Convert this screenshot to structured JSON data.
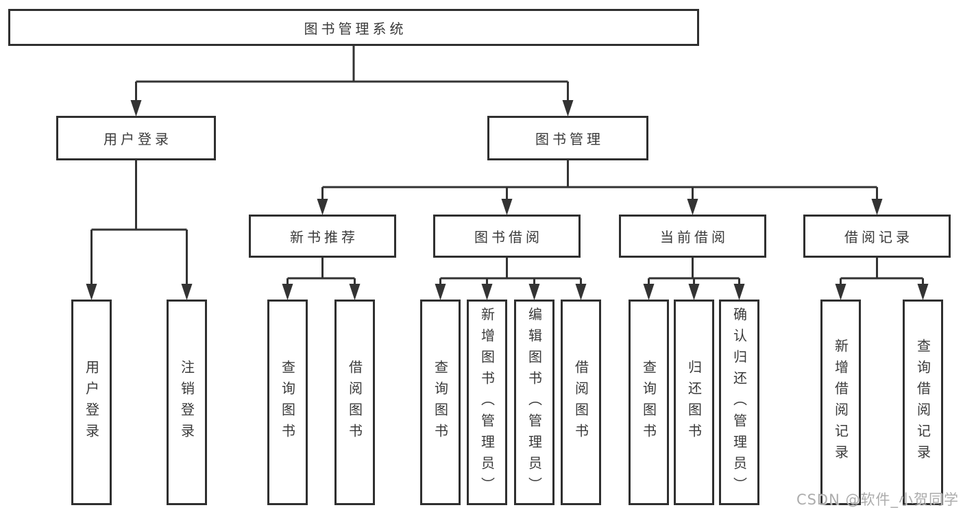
{
  "diagram": {
    "root": {
      "label": "图书管理系统"
    },
    "level2": [
      {
        "label": "用户登录"
      },
      {
        "label": "图书管理"
      }
    ],
    "level3": [
      {
        "label": "新书推荐",
        "parent": "图书管理"
      },
      {
        "label": "图书借阅",
        "parent": "图书管理"
      },
      {
        "label": "当前借阅",
        "parent": "图书管理"
      },
      {
        "label": "借阅记录",
        "parent": "图书管理"
      }
    ],
    "leaves": [
      {
        "label": "用户登录",
        "parent": "用户登录"
      },
      {
        "label": "注销登录",
        "parent": "用户登录"
      },
      {
        "label": "查询图书",
        "parent": "新书推荐"
      },
      {
        "label": "借阅图书",
        "parent": "新书推荐"
      },
      {
        "label": "查询图书",
        "parent": "图书借阅"
      },
      {
        "label": "新增图书（管理员）",
        "parent": "图书借阅"
      },
      {
        "label": "编辑图书（管理员）",
        "parent": "图书借阅"
      },
      {
        "label": "借阅图书",
        "parent": "图书借阅"
      },
      {
        "label": "查询图书",
        "parent": "当前借阅"
      },
      {
        "label": "归还图书",
        "parent": "当前借阅"
      },
      {
        "label": "确认归还（管理员）",
        "parent": "当前借阅"
      },
      {
        "label": "新增借阅记录",
        "parent": "借阅记录"
      },
      {
        "label": "查询借阅记录",
        "parent": "借阅记录"
      }
    ]
  },
  "watermark": {
    "text": "CSDN @软件_小贺同学"
  },
  "colors": {
    "background": "#ffffff",
    "line": "#333333",
    "box_border": "#2f2f2f",
    "text": "#3a3a3a",
    "watermark": "#a3a3a3"
  }
}
